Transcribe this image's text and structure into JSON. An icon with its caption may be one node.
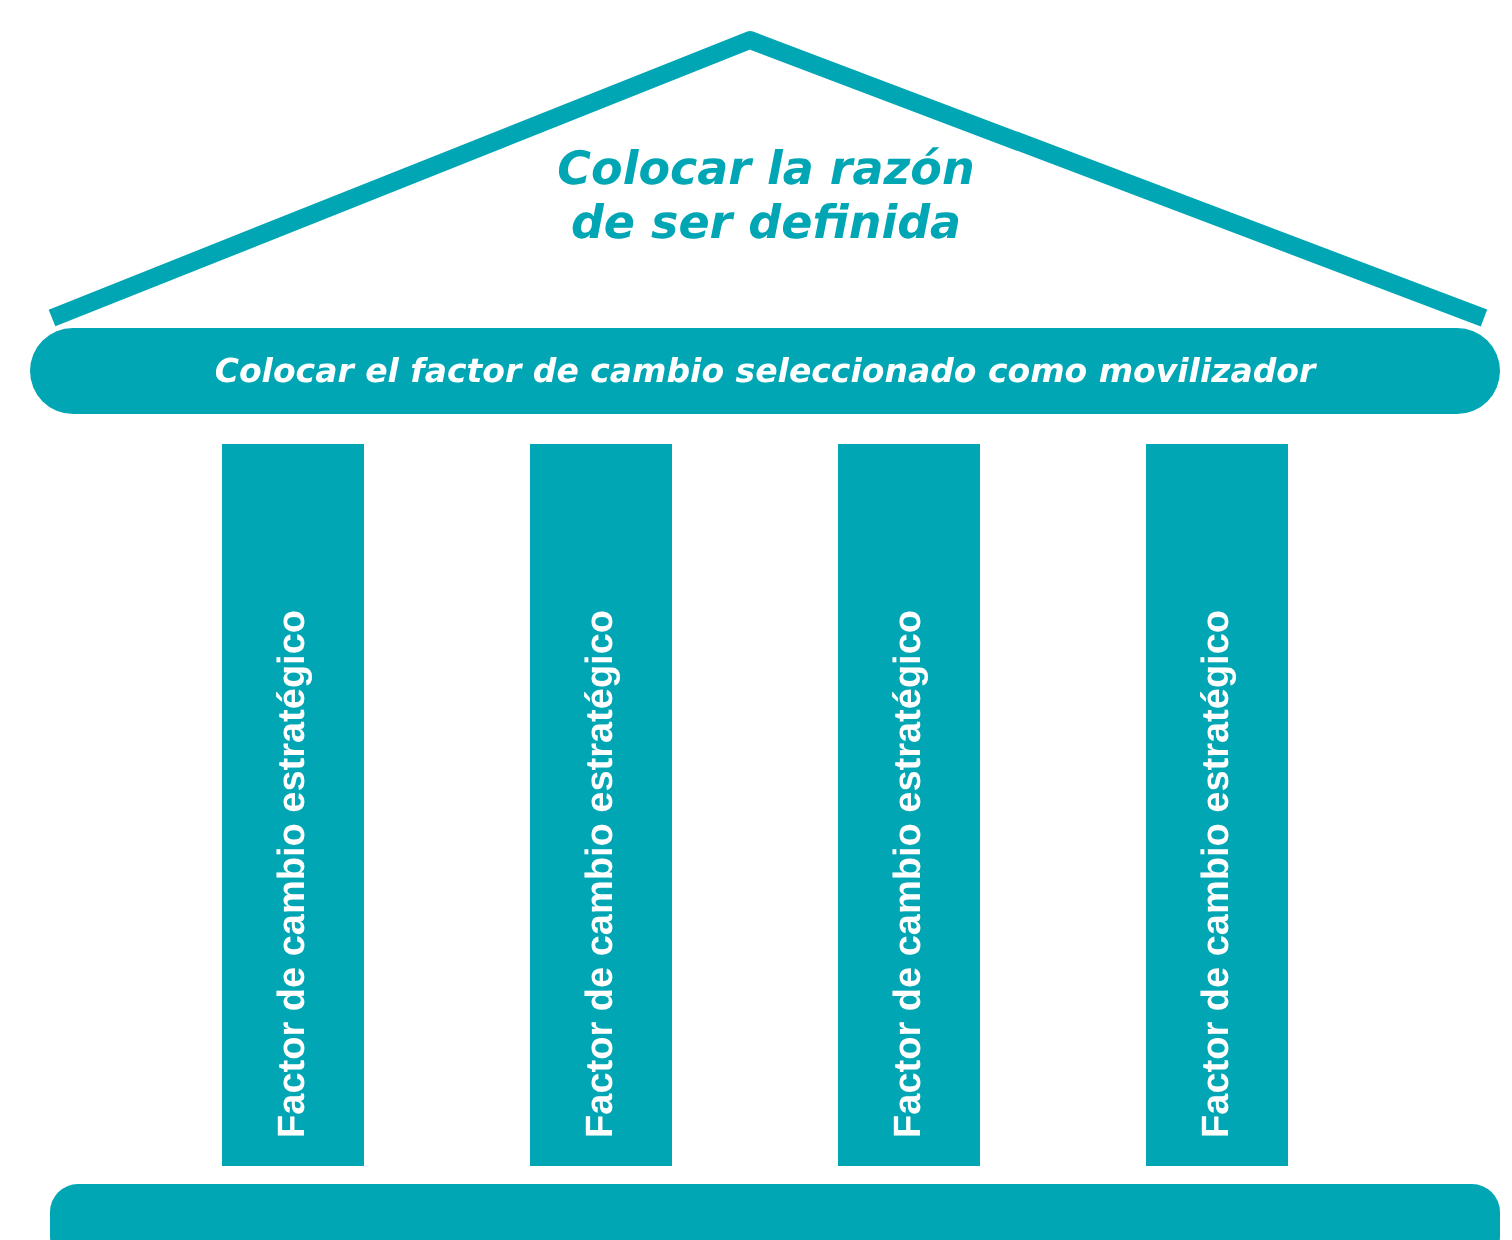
{
  "diagram": {
    "nodes": [
      {
        "text": [
          "Colocar la razón de ser definida"
        ]
      },
      {
        "text": [
          "Colocar el factor de cambio seleccionado como movilizador"
        ]
      },
      {
        "text": [
          "Factor de cambio estratégico"
        ]
      },
      {
        "text": [
          "Factor de cambio estratégico"
        ]
      },
      {
        "text": [
          "Factor de cambio estratégico"
        ]
      },
      {
        "text": [
          "Factor de cambio estratégico"
        ]
      },
      {
        "text": [],
        "shape": "bar"
      }
    ]
  }
}
